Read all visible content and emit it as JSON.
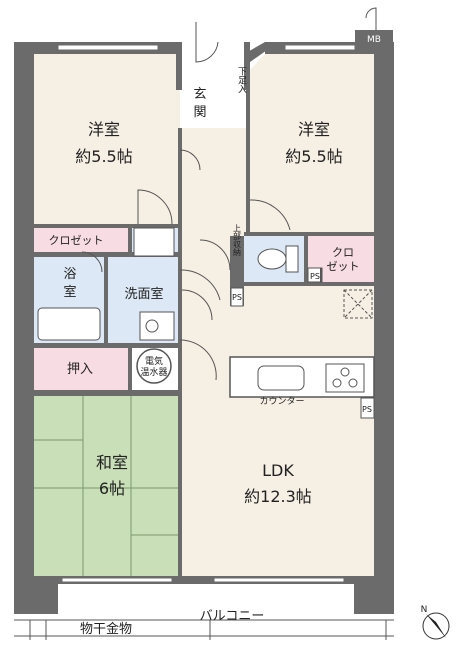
{
  "rooms": {
    "western_room_left": {
      "name": "洋室",
      "size": "約5.5帖"
    },
    "western_room_right": {
      "name": "洋室",
      "size": "約5.5帖"
    },
    "ldk": {
      "name": "LDK",
      "size": "約12.3帖"
    },
    "japanese_room": {
      "name": "和室",
      "size": "6帖"
    },
    "bath": {
      "name_line1": "浴",
      "name_line2": "室"
    },
    "washroom": {
      "name": "洗面室"
    },
    "entrance": {
      "name_line1": "玄",
      "name_line2": "関"
    },
    "shoe_storage": {
      "name": "下足入"
    }
  },
  "labels": {
    "closet_left": "クロゼット",
    "closet_right_line1": "クロ",
    "closet_right_line2": "ゼット",
    "oshiire": "押入",
    "water_heater_line1": "電気",
    "water_heater_line2": "温水器",
    "upper_storage": "上部収納",
    "ps": "PS",
    "counter": "カウンター",
    "mb": "MB",
    "balcony": "バルコニー",
    "laundry": "物干金物",
    "north": "N"
  },
  "colors": {
    "wall": "#6b6b6b",
    "floor": "#f6efe3",
    "tatami": "#c8dfb8",
    "wet_area": "#dce8f5",
    "storage": "#f7dde3"
  }
}
